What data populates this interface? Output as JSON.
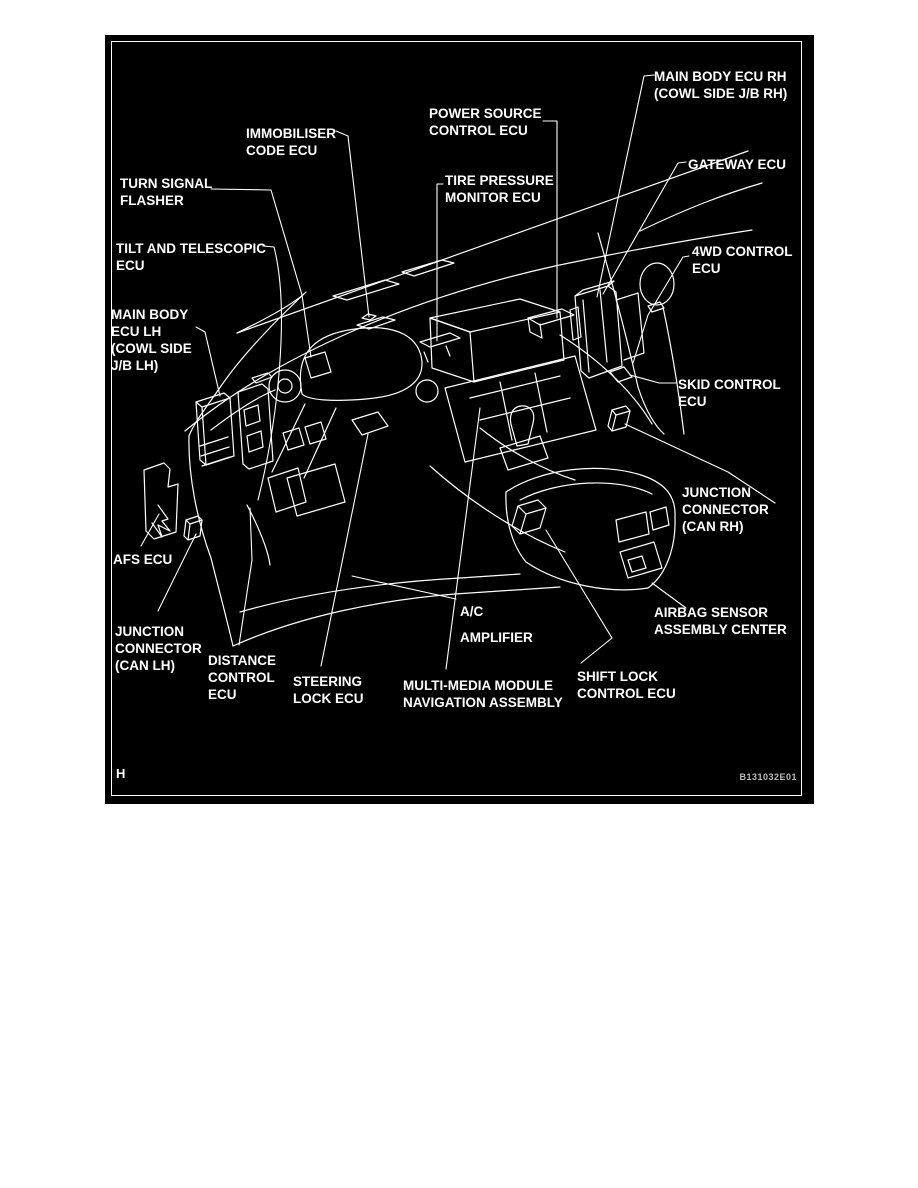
{
  "diagram": {
    "panel_bg": "#000000",
    "line_color": "#ffffff",
    "footer_left": "H",
    "footer_right": "B131032E01",
    "labels": [
      {
        "id": "main-body-ecu-rh",
        "text": "MAIN BODY ECU RH\n(COWL SIDE J/B RH)"
      },
      {
        "id": "power-source-control-ecu",
        "text": "POWER SOURCE\nCONTROL ECU"
      },
      {
        "id": "immobiliser-code-ecu",
        "text": "IMMOBILISER\nCODE ECU"
      },
      {
        "id": "gateway-ecu",
        "text": "GATEWAY ECU"
      },
      {
        "id": "turn-signal-flasher",
        "text": "TURN SIGNAL\nFLASHER"
      },
      {
        "id": "tire-pressure-monitor-ecu",
        "text": "TIRE PRESSURE\nMONITOR ECU"
      },
      {
        "id": "tilt-and-telescopic-ecu",
        "text": "TILT AND TELESCOPIC\nECU"
      },
      {
        "id": "4wd-control-ecu",
        "text": "4WD CONTROL\nECU"
      },
      {
        "id": "main-body-ecu-lh",
        "text": "MAIN BODY\nECU LH\n(COWL SIDE\nJ/B LH)"
      },
      {
        "id": "skid-control-ecu",
        "text": "SKID CONTROL\nECU"
      },
      {
        "id": "junction-connector-can-rh",
        "text": "JUNCTION\nCONNECTOR\n(CAN RH)"
      },
      {
        "id": "afs-ecu",
        "text": "AFS ECU"
      },
      {
        "id": "ac-amplifier",
        "text": "A/C\nAMPLIFIER"
      },
      {
        "id": "airbag-sensor-assembly-center",
        "text": "AIRBAG SENSOR\nASSEMBLY CENTER"
      },
      {
        "id": "junction-connector-can-lh",
        "text": "JUNCTION\nCONNECTOR\n(CAN LH)"
      },
      {
        "id": "distance-control-ecu",
        "text": "DISTANCE\nCONTROL\nECU"
      },
      {
        "id": "steering-lock-ecu",
        "text": "STEERING\nLOCK ECU"
      },
      {
        "id": "multimedia-module-navigation-assembly",
        "text": "MULTI-MEDIA MODULE\nNAVIGATION ASSEMBLY"
      },
      {
        "id": "shift-lock-control-ecu",
        "text": "SHIFT LOCK\nCONTROL ECU"
      }
    ]
  }
}
